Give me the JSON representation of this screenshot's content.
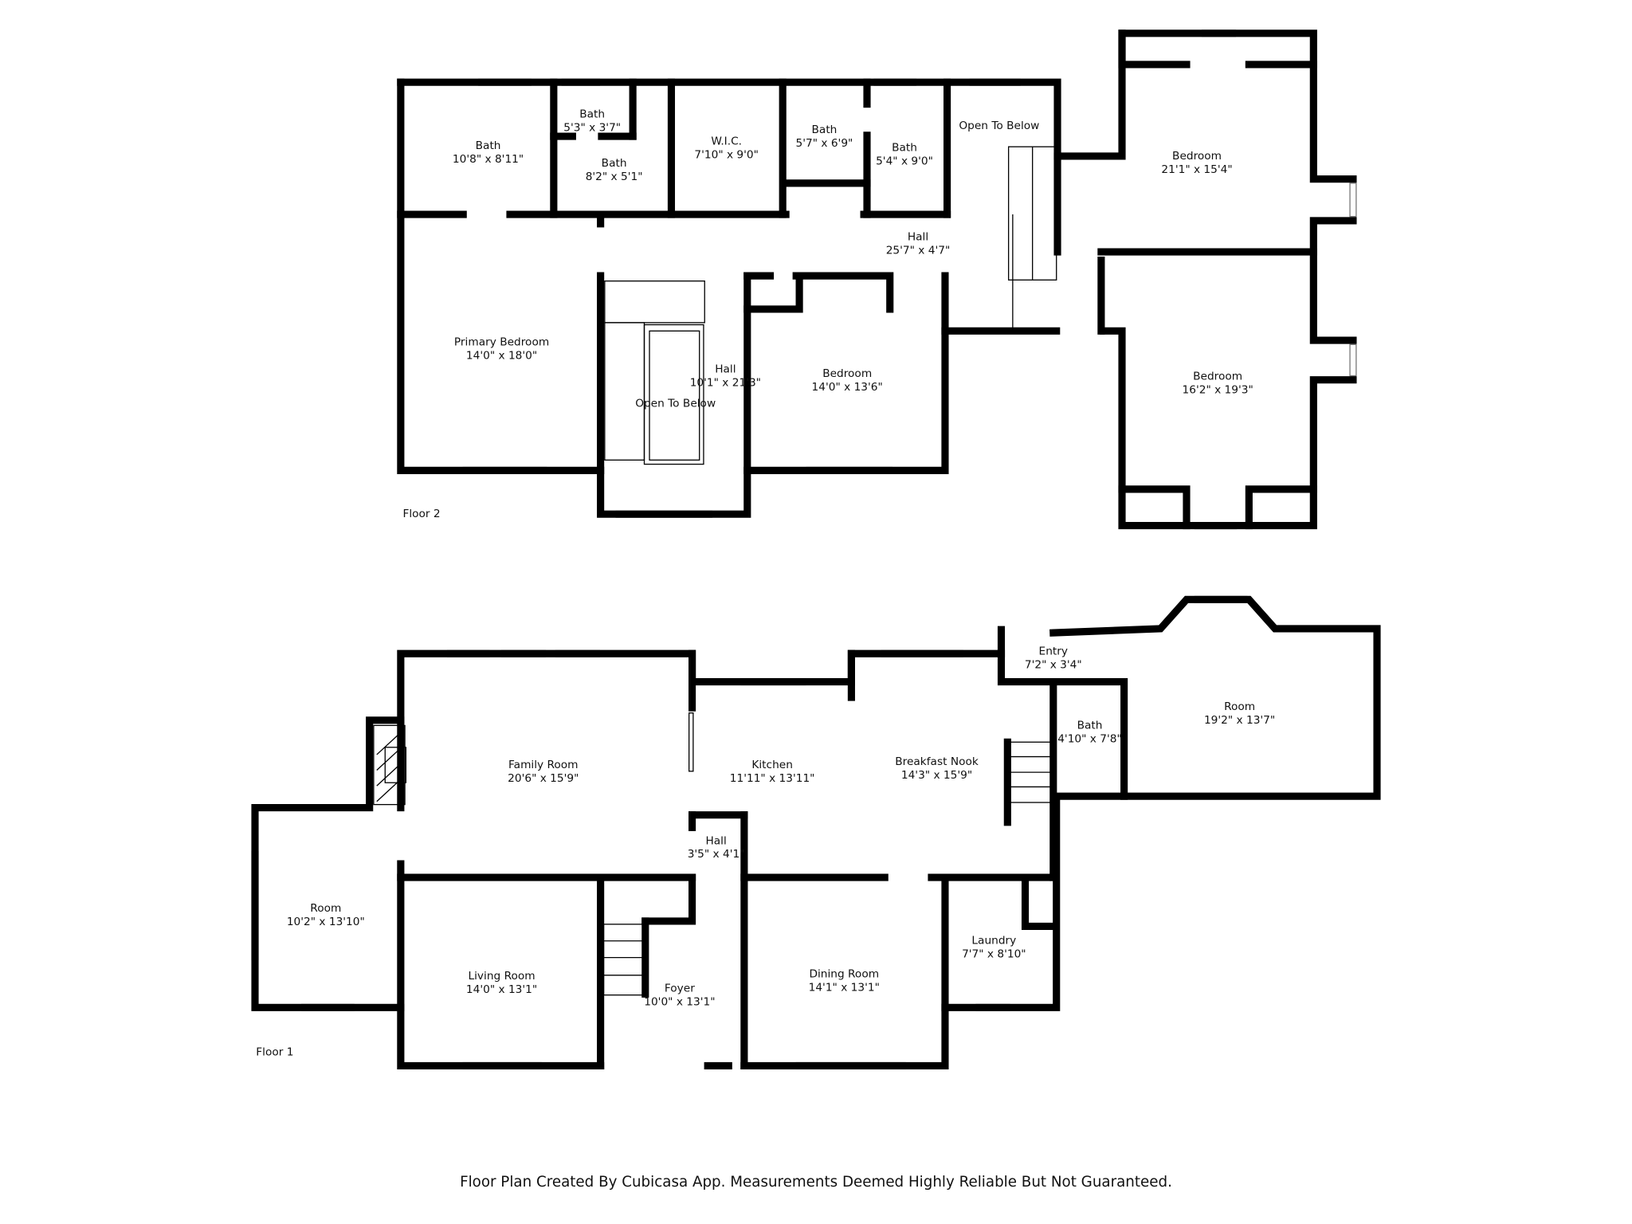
{
  "floor2": {
    "label": "Floor 2",
    "rooms": [
      {
        "name": "Bath",
        "size": "10'8\" x 8'11\""
      },
      {
        "name": "Bath",
        "size": "5'3\" x 3'7\""
      },
      {
        "name": "Bath",
        "size": "8'2\" x 5'1\""
      },
      {
        "name": "W.I.C.",
        "size": "7'10\" x 9'0\""
      },
      {
        "name": "Bath",
        "size": "5'7\" x 6'9\""
      },
      {
        "name": "Bath",
        "size": "5'4\" x 9'0\""
      },
      {
        "name": "Open To Below",
        "size": ""
      },
      {
        "name": "Bedroom",
        "size": "21'1\" x 15'4\""
      },
      {
        "name": "Hall",
        "size": "25'7\" x 4'7\""
      },
      {
        "name": "Primary Bedroom",
        "size": "14'0\" x 18'0\""
      },
      {
        "name": "Hall",
        "size": "10'1\" x 21'3\""
      },
      {
        "name": "Open To Below",
        "size": ""
      },
      {
        "name": "Bedroom",
        "size": "14'0\" x 13'6\""
      },
      {
        "name": "Bedroom",
        "size": "16'2\" x 19'3\""
      }
    ]
  },
  "floor1": {
    "label": "Floor 1",
    "rooms": [
      {
        "name": "Entry",
        "size": "7'2\" x 3'4\""
      },
      {
        "name": "Room",
        "size": "19'2\" x 13'7\""
      },
      {
        "name": "Family Room",
        "size": "20'6\" x 15'9\""
      },
      {
        "name": "Kitchen",
        "size": "11'11\" x 13'11\""
      },
      {
        "name": "Breakfast Nook",
        "size": "14'3\" x 15'9\""
      },
      {
        "name": "Bath",
        "size": "4'10\" x 7'8\""
      },
      {
        "name": "Hall",
        "size": "3'5\" x 4'1\""
      },
      {
        "name": "Room",
        "size": "10'2\" x 13'10\""
      },
      {
        "name": "Living Room",
        "size": "14'0\" x 13'1\""
      },
      {
        "name": "Foyer",
        "size": "10'0\" x 13'1\""
      },
      {
        "name": "Dining Room",
        "size": "14'1\" x 13'1\""
      },
      {
        "name": "Laundry",
        "size": "7'7\" x 8'10\""
      }
    ]
  },
  "footer": "Floor Plan Created By Cubicasa App. Measurements Deemed Highly Reliable But Not Guaranteed.",
  "colors": {
    "wall": "#000000",
    "background": "#ffffff"
  }
}
